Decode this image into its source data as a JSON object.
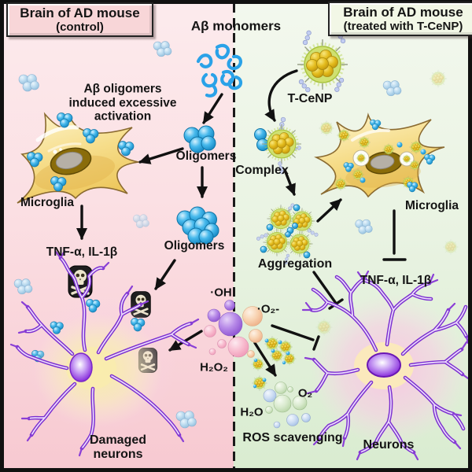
{
  "figure": {
    "type": "schematic-diagram",
    "subject": "Effect of T-CeNP on amyloid-beta pathology in AD mouse brain"
  },
  "left_panel": {
    "title_line1": "Brain of AD mouse",
    "title_line2": "(control)",
    "caption_line1": "Aβ oligomers",
    "caption_line2": "induced excessive",
    "caption_line3": "activation",
    "microglia_label": "Microglia",
    "oligomers_label_1": "Oligomers",
    "oligomers_label_2": "Oligomers",
    "cytokines_label": "TNF-α, IL-1β",
    "damaged_line1": "Damaged",
    "damaged_line2": "neurons"
  },
  "center": {
    "ab_monomers_label": "Aβ monomers",
    "hydroxyl_label": "·OH",
    "superoxide_label": "·O₂-",
    "peroxide_label": "H₂O₂",
    "water_label": "H₂O",
    "oxygen_label": "O₂",
    "ros_scavenging_label": "ROS scavenging"
  },
  "right_panel": {
    "title_line1": "Brain of AD mouse",
    "title_line2": "(treated with T-CeNP)",
    "tcenp_label": "T-CeNP",
    "complex_label": "Complex",
    "aggregation_label": "Aggregation",
    "microglia_label": "Microglia",
    "cytokines_label": "TNF-α, IL-1β",
    "neurons_label": "Neurons"
  },
  "icons": {
    "toxicity_icon": "skull-crossbones"
  },
  "colors": {
    "left_bg_top": "#fcebed",
    "left_bg_bottom": "#f7c9d1",
    "right_bg_top": "#f3f8ee",
    "right_bg_bottom": "#d9ecd0",
    "oligomer_blue": "#2da4e0",
    "tcenp_green": "#c3d54e",
    "tcenp_gold": "#e2ba1e",
    "microglia_gold": "#f0cd62",
    "neuron_purple": "#7b2fd0",
    "ros_purple": "#a876e4",
    "ros_pink": "#f6aec6",
    "ros_peach": "#f8cfae",
    "frame_black": "#111111"
  }
}
